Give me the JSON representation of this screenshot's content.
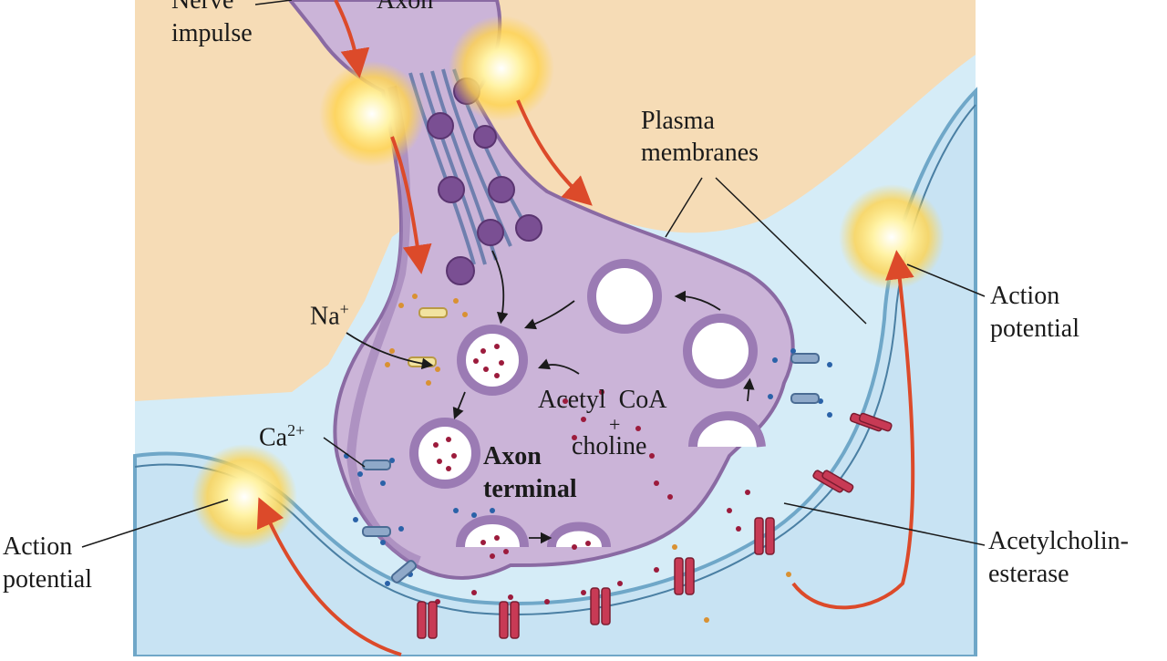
{
  "labels": {
    "nerve": "Nerve",
    "impulse": "impulse",
    "axon": "Axon",
    "plasma": "Plasma",
    "membranes": "membranes",
    "na": "Na",
    "na_sup": "+",
    "ca": "Ca",
    "ca_sup": "2+",
    "acetyl_coa": "Acetyl  CoA",
    "plus": "+",
    "choline": "choline",
    "axon_terminal_1": "Axon",
    "axon_terminal_2": "terminal",
    "ap_left_1": "Action",
    "ap_left_2": "potential",
    "ap_right_1": "Action",
    "ap_right_2": "potential",
    "ache_1": "Acetylcholin-",
    "ache_2": "esterase"
  },
  "colors": {
    "cytoplasm_tan": "#f6dcb6",
    "extracellular_blue": "#d5ecf7",
    "terminal_purple": "#cbb4d8",
    "terminal_edge": "#8a6aa3",
    "arrow_red": "#dc4a2a",
    "receptor_red": "#c83a55",
    "ach_dot": "#9c1b3c",
    "ca_dot": "#2a62a8",
    "na_dot": "#d99132",
    "impulse_yellow": "#ffd34d"
  }
}
